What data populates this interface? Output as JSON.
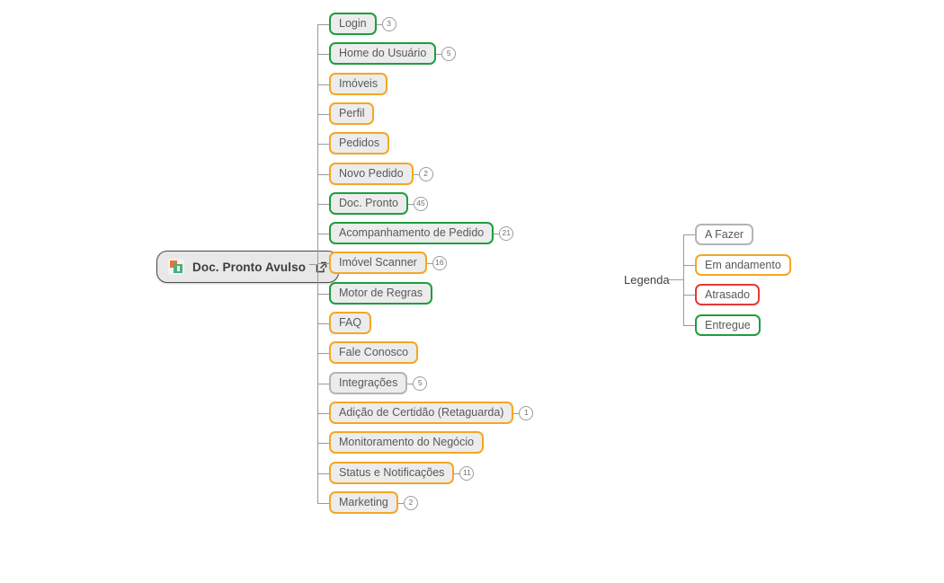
{
  "diagram": {
    "type": "mindmap",
    "root": {
      "label": "Doc. Pronto Avulso",
      "icon": "app-icon",
      "external_link_icon": "external-link-icon"
    },
    "status_colors": {
      "todo": "#b4b4b4",
      "progress": "#f5a623",
      "late": "#e53935",
      "done": "#1e9e3e"
    },
    "branches": [
      {
        "label": "Login",
        "status": "done",
        "badge": "3"
      },
      {
        "label": "Home do Usuário",
        "status": "done",
        "badge": "5"
      },
      {
        "label": "Imóveis",
        "status": "progress",
        "badge": ""
      },
      {
        "label": "Perfil",
        "status": "progress",
        "badge": ""
      },
      {
        "label": "Pedidos",
        "status": "progress",
        "badge": ""
      },
      {
        "label": "Novo Pedido",
        "status": "progress",
        "badge": "2"
      },
      {
        "label": "Doc. Pronto",
        "status": "done",
        "badge": "45"
      },
      {
        "label": "Acompanhamento de Pedido",
        "status": "done",
        "badge": "21"
      },
      {
        "label": "Imóvel Scanner",
        "status": "progress",
        "badge": "16"
      },
      {
        "label": "Motor de Regras",
        "status": "done",
        "badge": ""
      },
      {
        "label": "FAQ",
        "status": "progress",
        "badge": ""
      },
      {
        "label": "Fale Conosco",
        "status": "progress",
        "badge": ""
      },
      {
        "label": "Integrações",
        "status": "todo",
        "badge": "5"
      },
      {
        "label": "Adição de Certidão (Retaguarda)",
        "status": "progress",
        "badge": "1"
      },
      {
        "label": "Monitoramento do Negócio",
        "status": "progress",
        "badge": ""
      },
      {
        "label": "Status e Notificações",
        "status": "progress",
        "badge": "11"
      },
      {
        "label": "Marketing",
        "status": "progress",
        "badge": "2"
      }
    ]
  },
  "legend": {
    "title": "Legenda",
    "items": [
      {
        "label": "A Fazer",
        "status": "todo"
      },
      {
        "label": "Em andamento",
        "status": "progress"
      },
      {
        "label": "Atrasado",
        "status": "late"
      },
      {
        "label": "Entregue",
        "status": "done"
      }
    ]
  }
}
